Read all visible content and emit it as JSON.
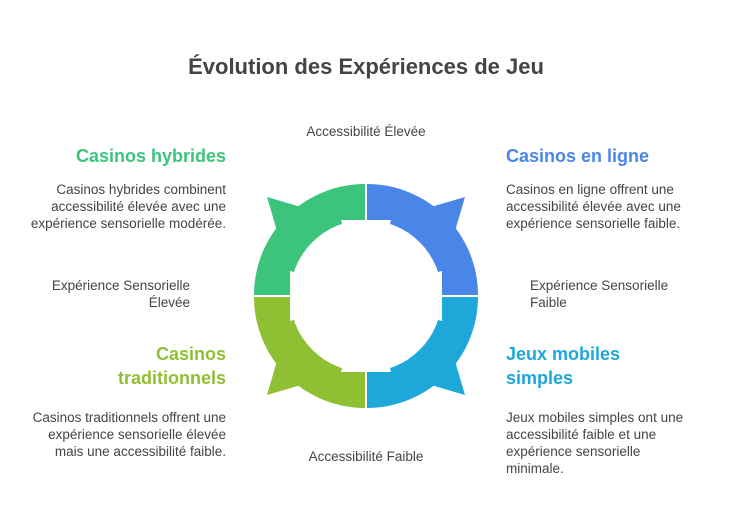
{
  "title": "Évolution des Expériences de Jeu",
  "axes": {
    "top": "Accessibilité Élevée",
    "bottom": "Accessibilité Faible",
    "left": "Expérience Sensorielle Élevée",
    "right": "Expérience Sensorielle Faible"
  },
  "quadrants": {
    "top_left": {
      "heading": "Casinos hybrides",
      "description": "Casinos hybrides combinent accessibilité élevée avec une expérience sensorielle modérée.",
      "color": "#3cc47c"
    },
    "top_right": {
      "heading": "Casinos en ligne",
      "description": "Casinos en ligne offrent une accessibilité élevée avec une expérience sensorielle faible.",
      "color": "#4a86e8"
    },
    "bottom_left": {
      "heading": "Casinos traditionnels",
      "description": "Casinos traditionnels offrent une expérience sensorielle élevée mais une accessibilité faible.",
      "color": "#8fbf33"
    },
    "bottom_right": {
      "heading": "Jeux mobiles simples",
      "description": "Jeux mobiles simples ont une accessibilité faible et une expérience sensorielle minimale.",
      "color": "#1ea7d9"
    }
  }
}
